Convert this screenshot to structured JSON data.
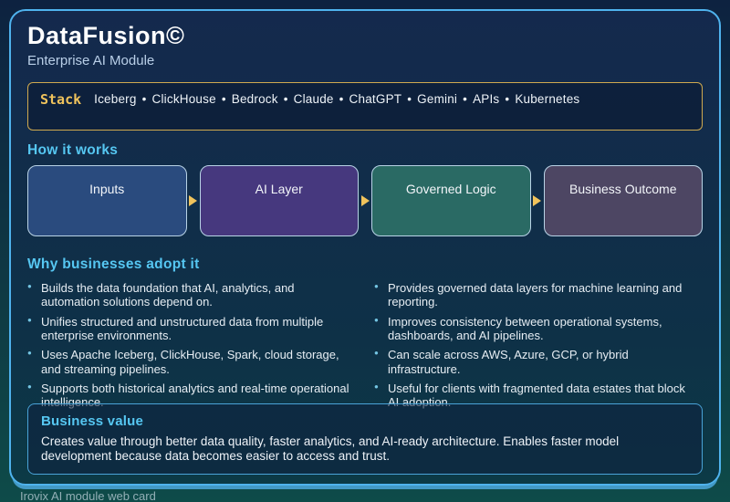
{
  "colors": {
    "accent": "#56c7f2",
    "gold": "#f0c35c",
    "stack_border": "#cfa94f",
    "bullet_dot": "#74c6e4",
    "card_border": "#4fb3ee"
  },
  "header": {
    "title": "DataFusion©",
    "subtitle": "Enterprise AI Module"
  },
  "stack": {
    "label": "Stack",
    "separator": "•",
    "items": [
      "Iceberg",
      "ClickHouse",
      "Bedrock",
      "Claude",
      "ChatGPT",
      "Gemini",
      "APIs",
      "Kubernetes"
    ]
  },
  "flow": {
    "heading": "How it works",
    "steps": [
      {
        "label": "Inputs",
        "bg": "#2a4b7e"
      },
      {
        "label": "AI Layer",
        "bg": "#46387e"
      },
      {
        "label": "Governed Logic",
        "bg": "#2a6a64"
      },
      {
        "label": "Business Outcome",
        "bg": "#4d4663"
      }
    ]
  },
  "adoption": {
    "heading": "Why businesses adopt it",
    "left": [
      "Builds the data foundation that AI, analytics, and automation solutions depend on.",
      "Unifies structured and unstructured data from multiple enterprise environments.",
      "Uses Apache Iceberg, ClickHouse, Spark, cloud storage, and streaming pipelines.",
      "Supports both historical analytics and real-time operational intelligence."
    ],
    "right": [
      "Provides governed data layers for machine learning and reporting.",
      "Improves consistency between operational systems, dashboards, and AI pipelines.",
      "Can scale across AWS, Azure, GCP, or hybrid infrastructure.",
      "Useful for clients with fragmented data estates that block AI adoption."
    ]
  },
  "business_value": {
    "heading": "Business value",
    "body": "Creates value through better data quality, faster analytics, and AI-ready architecture. Enables faster model development because data becomes easier to access and trust."
  },
  "footer": {
    "caption": "Irovix AI module web card"
  }
}
